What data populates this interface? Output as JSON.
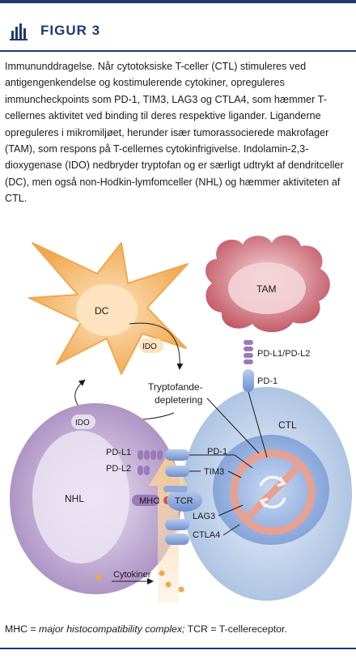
{
  "figure_label": "FIGUR 3",
  "caption": "Immununddragelse. Når cytotoksiske T-celler (CTL) stimuleres ved antigengenkendelse og kostimulerende cytokiner, opreguleres immuncheckpoints som PD-1, TIM3, LAG3 og CTLA4, som hæmmer T-cellernes aktivitet ved binding til deres respektive ligander. Liganderne opreguleres i mikromiljøet, herunder især tumorassocierede makrofager (TAM), som respons på T-cellernes cytokinfrigivelse. Indolamin-2,3-dioxygenase (IDO) nedbryder tryptofan og er særligt udtrykt af dendritceller (DC), men også non-Hodkin-lymfomceller (NHL) og hæmmer aktiviteten af CTL.",
  "colors": {
    "navy": "#1f3a70",
    "dc_orange": "#f0a850",
    "tam_red": "#c0505e",
    "nhl_purple": "#a88dc0",
    "ctl_blue": "#a8c0e0",
    "receptor_blue": "#7f9fd6",
    "inhibit_salmon": "#e8a090"
  },
  "diagram": {
    "dc_label": "DC",
    "dc_ido_label": "IDO",
    "tam_label": "TAM",
    "tam_ligand_label": "PD-L1/PD-L2",
    "tam_receptor_label": "PD-1",
    "ctl_label": "CTL",
    "nhl_label": "NHL",
    "nhl_ido_label": "IDO",
    "trypto_label_1": "Tryptofande-",
    "trypto_label_2": "depletering",
    "pdl1_label": "PD-L1",
    "pdl2_label": "PD-L2",
    "mhc_label": "MHC",
    "tcr_label": "TCR",
    "pd1_label": "PD-1",
    "tim3_label": "TIM3",
    "lag3_label": "LAG3",
    "ctla4_label": "CTLA4",
    "cytokiner_label": "Cytokiner"
  },
  "footnote": {
    "mhc_abbr": "MHC = ",
    "mhc_full": "major histocompatibility complex;",
    "tcr_text": " TCR = T-cellereceptor."
  }
}
